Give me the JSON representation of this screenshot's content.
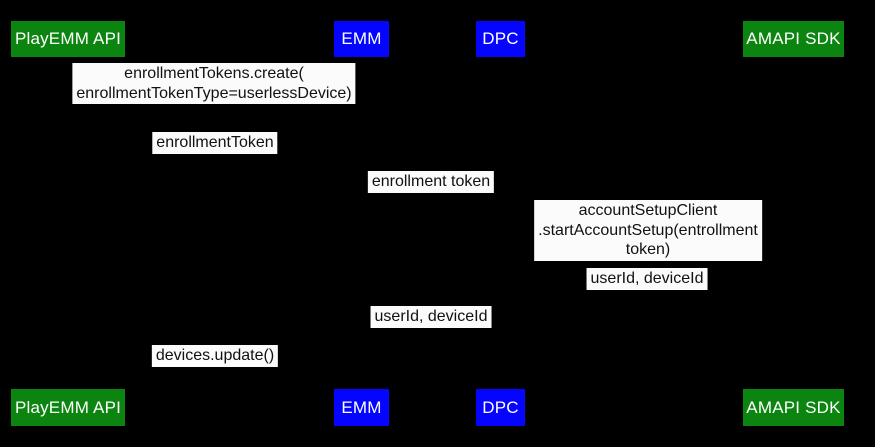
{
  "colors": {
    "background": "#000000",
    "actor_green": "#0c8510",
    "actor_blue": "#0505ff",
    "message_bg": "#fbfbfb",
    "message_text": "#111111",
    "actor_text": "#ffffff"
  },
  "actors": [
    {
      "label": "PlayEMM API",
      "color": "actor_green"
    },
    {
      "label": "EMM",
      "color": "actor_blue"
    },
    {
      "label": "DPC",
      "color": "actor_blue"
    },
    {
      "label": "AMAPI SDK",
      "color": "actor_green"
    }
  ],
  "messages": [
    {
      "text": "enrollmentTokens.create(\nenrollmentTokenType=userlessDevice)"
    },
    {
      "text": "enrollmentToken"
    },
    {
      "text": "enrollment token"
    },
    {
      "text": "accountSetupClient\n.startAccountSetup(entrollment token)"
    },
    {
      "text": "userId, deviceId"
    },
    {
      "text": "userId, deviceId"
    },
    {
      "text": "devices.update()"
    }
  ]
}
